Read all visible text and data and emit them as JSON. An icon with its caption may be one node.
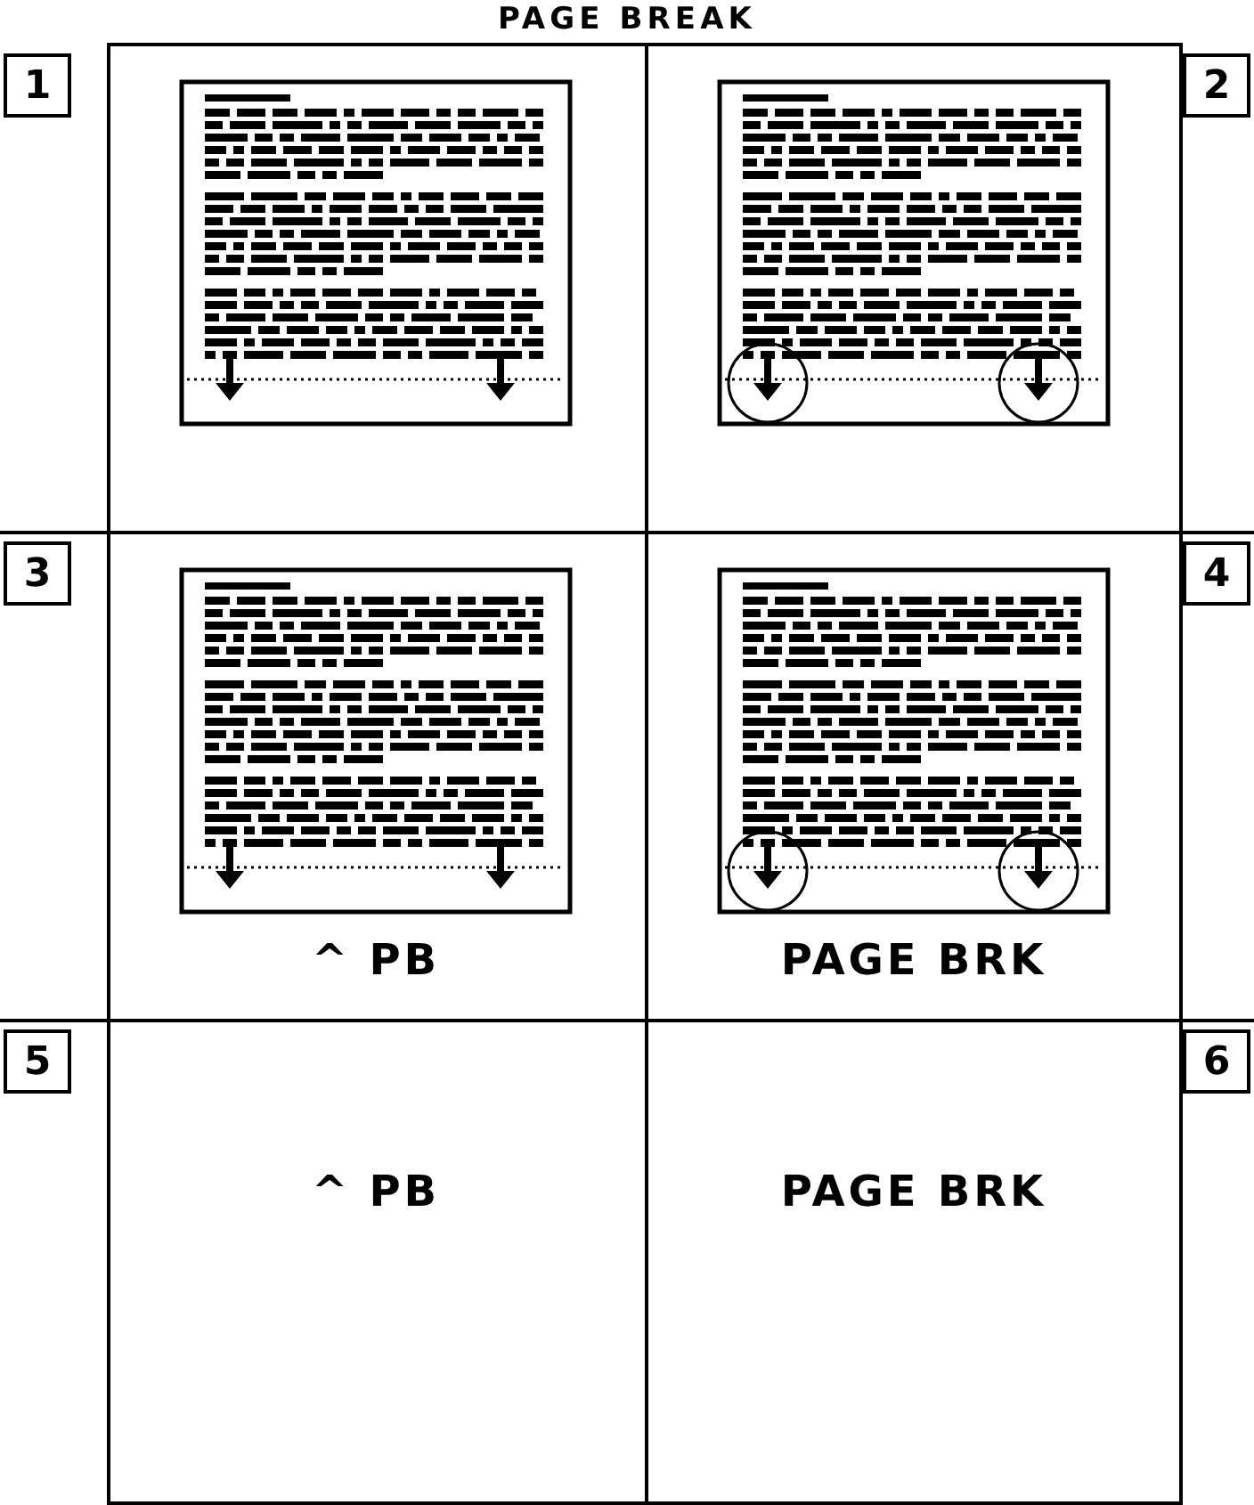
{
  "diagram": {
    "title": "PAGE BREAK",
    "labels": [
      "1",
      "2",
      "3",
      "4",
      "^ PB",
      "PAGE BRK",
      "5",
      "6",
      "^ PB",
      "PAGE BRK"
    ]
  }
}
